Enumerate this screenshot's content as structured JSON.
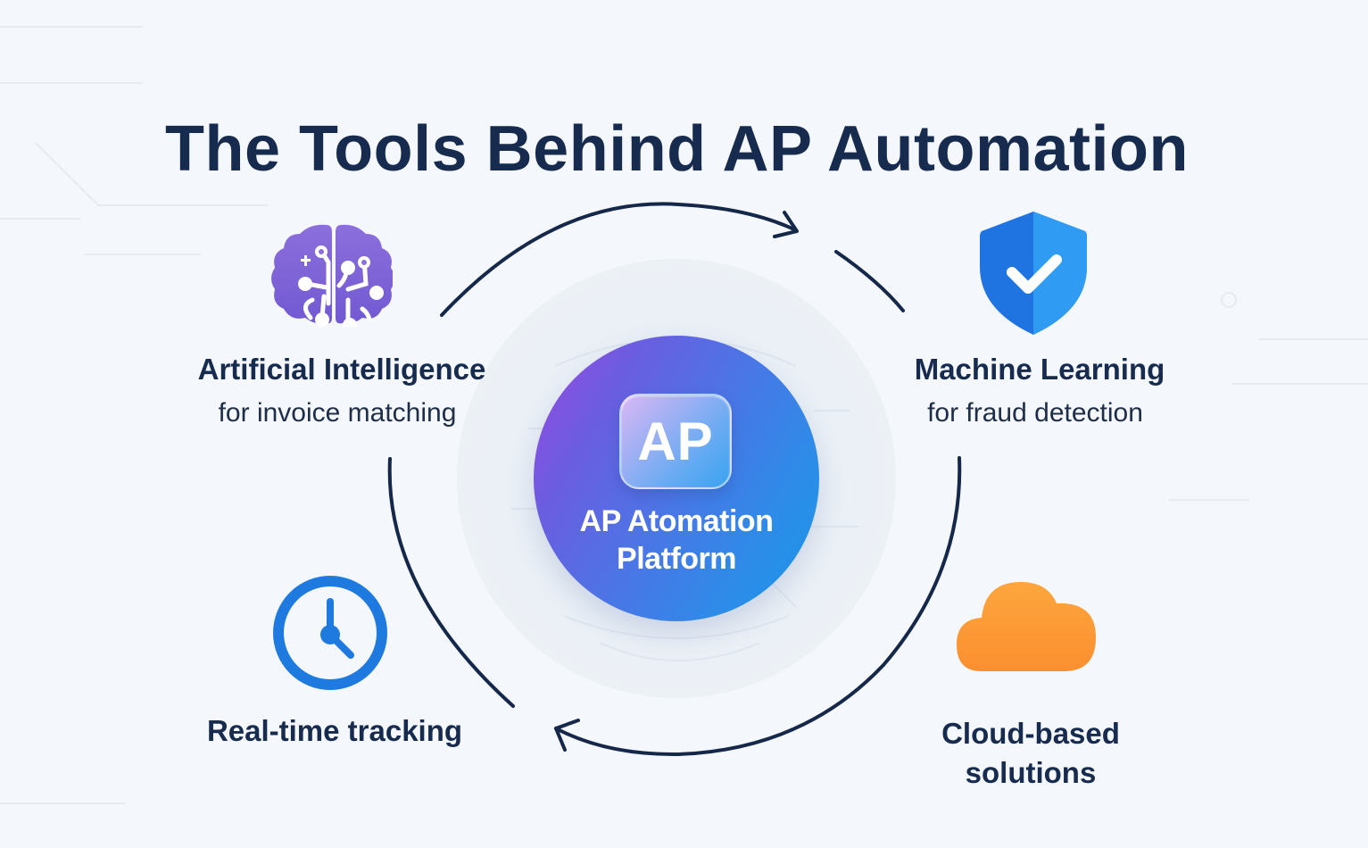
{
  "title": "The Tools Behind AP Automation",
  "hub": {
    "badge_text": "AP",
    "label_line1": "AP Atomation",
    "label_line2": "Platform",
    "gradient_colors": [
      "#9b48e0",
      "#4679e6",
      "#1b96ea"
    ]
  },
  "features": [
    {
      "id": "ai",
      "title": "Artificial Intelligence",
      "subtitle": "for invoice matching",
      "icon": "brain-circuit-icon",
      "color": "#7b62d6"
    },
    {
      "id": "ml",
      "title": "Machine Learning",
      "subtitle": "for fraud detection",
      "icon": "shield-check-icon",
      "color": "#2a7fe6"
    },
    {
      "id": "tracking",
      "title": "Real-time tracking",
      "subtitle": "",
      "icon": "clock-icon",
      "color": "#1f7ae0"
    },
    {
      "id": "cloud",
      "title": "Cloud-based",
      "subtitle": "solutions",
      "icon": "cloud-icon",
      "color": "#fb9a35"
    }
  ],
  "cycle": {
    "direction": "clockwise",
    "arrow_color": "#16284a"
  }
}
